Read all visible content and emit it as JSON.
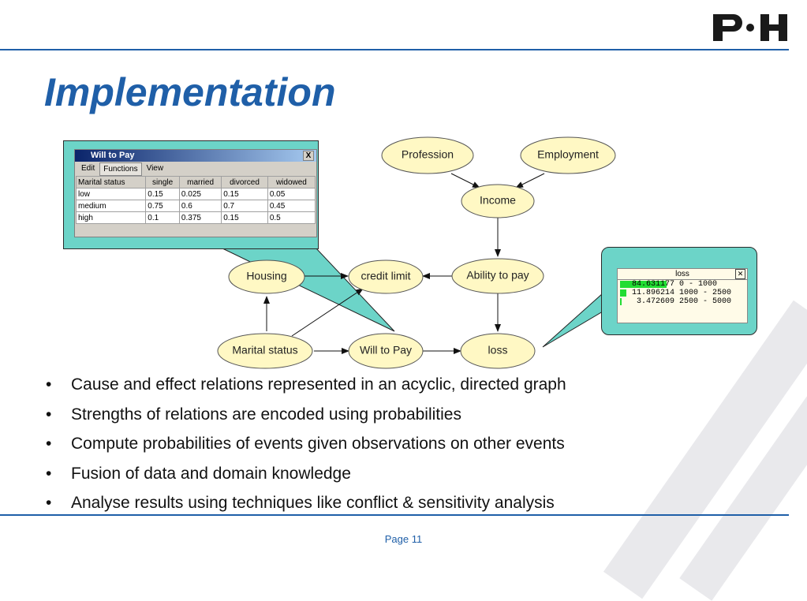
{
  "slide": {
    "title": "Implementation",
    "logo": "P·H",
    "page_label": "Page 11",
    "accent_color": "#1f5fa8"
  },
  "graph": {
    "nodes": {
      "profession": "Profession",
      "employment": "Employment",
      "income": "Income",
      "housing": "Housing",
      "credit_limit": "credit limit",
      "ability_to_pay": "Ability to pay",
      "marital_status": "Marital status",
      "will_to_pay": "Will to Pay",
      "loss": "loss"
    },
    "node_fill": "#fff8c4"
  },
  "cpt_window": {
    "title": "Will to Pay",
    "close": "X",
    "menu": [
      "Edit",
      "Functions",
      "View"
    ],
    "header": [
      "Marital status",
      "single",
      "married",
      "divorced",
      "widowed"
    ],
    "rows": [
      {
        "label": "low",
        "values": [
          "0.15",
          "0.025",
          "0.15",
          "0.05"
        ]
      },
      {
        "label": "medium",
        "values": [
          "0.75",
          "0.6",
          "0.7",
          "0.45"
        ]
      },
      {
        "label": "high",
        "values": [
          "0.1",
          "0.375",
          "0.15",
          "0.5"
        ]
      }
    ]
  },
  "loss_monitor": {
    "title": "loss",
    "rows": [
      {
        "value": "84.631177",
        "range": "0 - 1000",
        "fraction": 0.846
      },
      {
        "value": "11.896214",
        "range": "1000 - 2500",
        "fraction": 0.119
      },
      {
        "value": "3.472609",
        "range": "2500 - 5000",
        "fraction": 0.035
      }
    ]
  },
  "bullets": [
    "Cause and effect relations represented in an acyclic, directed graph",
    "Strengths of relations are encoded using probabilities",
    "Compute probabilities of events given observations on other events",
    "Fusion of data and domain knowledge",
    "Analyse results using techniques like conflict & sensitivity analysis"
  ]
}
